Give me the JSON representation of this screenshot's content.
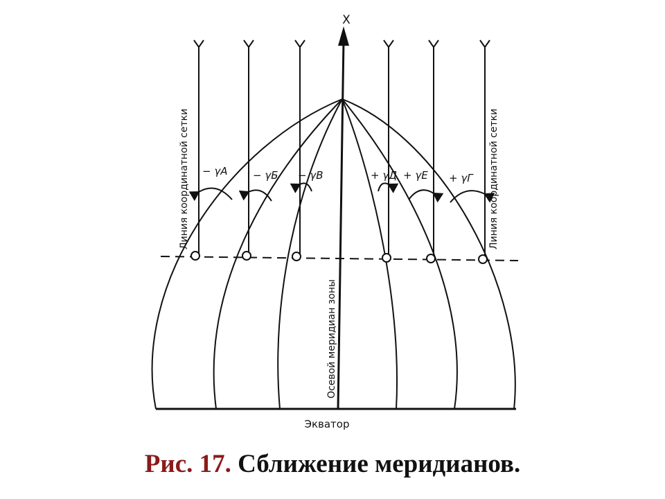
{
  "diagram": {
    "axis_label": "X",
    "central_meridian_label": "Осевой меридиан зоны",
    "equator_label": "Экватор",
    "grid_line_label_left": "Линия координатной сетки",
    "grid_line_label_right": "Линия координатной сетки",
    "angle_labels_left": [
      "− γA",
      "− γБ",
      "− γВ"
    ],
    "angle_labels_right": [
      "+ γД",
      "+ γЕ",
      "+ γГ"
    ]
  },
  "caption": {
    "number": "Рис. 17.",
    "text": "Сближение меридианов."
  },
  "colors": {
    "caption_number": "#8b1a1a",
    "ink": "#111111"
  }
}
